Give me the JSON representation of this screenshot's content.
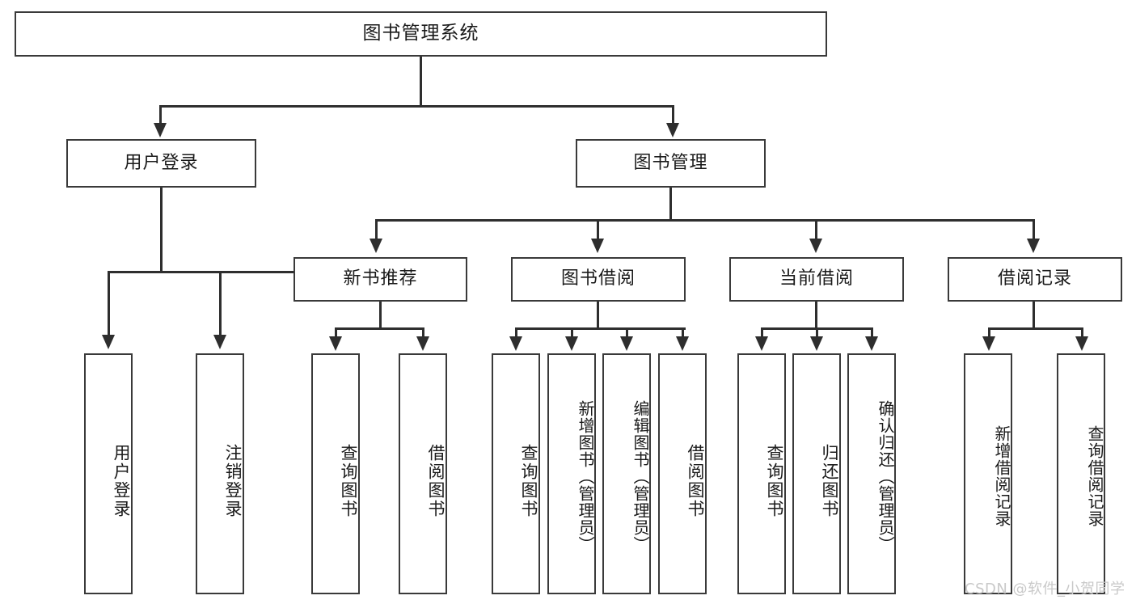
{
  "diagram": {
    "title": "图书管理系统",
    "type": "tree-hierarchy-diagram",
    "colors": {
      "box_border": "#3a3a3a",
      "edge": "#2e2e2e",
      "background": "#ffffff",
      "text": "#1a1a1a",
      "watermark": "#c9c9c9"
    },
    "root": {
      "label": "图书管理系统"
    },
    "level2": [
      {
        "label": "用户登录"
      },
      {
        "label": "图书管理"
      }
    ],
    "level3": [
      {
        "label": "新书推荐"
      },
      {
        "label": "图书借阅"
      },
      {
        "label": "当前借阅"
      },
      {
        "label": "借阅记录"
      }
    ],
    "leaves": {
      "user_login": [
        {
          "label": "用户登录"
        },
        {
          "label": "注销登录"
        }
      ],
      "new_book_recommend": [
        {
          "label": "查询图书"
        },
        {
          "label": "借阅图书"
        }
      ],
      "book_borrow": [
        {
          "label": "查询图书"
        },
        {
          "label": "新增图书（管理员）"
        },
        {
          "label": "编辑图书（管理员）"
        },
        {
          "label": "借阅图书"
        }
      ],
      "current_borrow": [
        {
          "label": "查询图书"
        },
        {
          "label": "归还图书"
        },
        {
          "label": "确认归还（管理员）"
        }
      ],
      "borrow_record": [
        {
          "label": "新增借阅记录"
        },
        {
          "label": "查询借阅记录"
        }
      ]
    },
    "watermark": "CSDN @软件_小贺同学"
  }
}
